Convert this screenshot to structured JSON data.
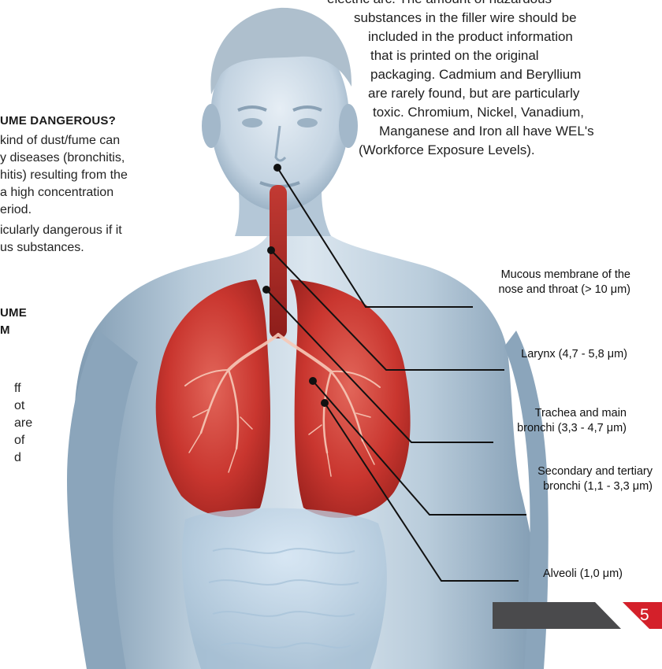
{
  "left_column": {
    "heading1": "UME DANGEROUS?",
    "paragraph1": [
      "kind of dust/fume can",
      "y diseases (bronchitis,",
      "hitis) resulting from the",
      "a high concentration",
      "eriod."
    ],
    "paragraph2": [
      "icularly dangerous if it",
      "us substances."
    ],
    "heading2": [
      "UME",
      "M"
    ],
    "paragraph3": [
      "ff",
      "ot",
      "are",
      "of",
      "d"
    ]
  },
  "intro_text": [
    "electric arc. The amount of hazardous",
    "substances in the filler wire should be",
    "included in the product information",
    "that is printed on the original",
    "packaging. Cadmium and Beryllium",
    "are rarely found, but are particularly",
    "toxic. Chromium, Nickel, Vanadium,",
    "Manganese and Iron all have WEL's",
    "(Workforce Exposure Levels)."
  ],
  "labels": {
    "mucous": [
      "Mucous membrane of the",
      "nose and throat (> 10 μm)"
    ],
    "larynx": [
      "Larynx (4,7 - 5,8 μm)"
    ],
    "trachea": [
      "Trachea and main",
      "bronchi (3,3 - 4,7 μm)"
    ],
    "secondary": [
      "Secondary and tertiary",
      "bronchi (1,1 - 3,3 μm)"
    ],
    "alveoli": [
      "Alveoli (1,0 μm)"
    ]
  },
  "page_number": "5",
  "colors": {
    "accent_red": "#d4202a",
    "dark_gray": "#4a4a4c",
    "body_blue": "#b8cddd",
    "lung_red": "#c9362f"
  },
  "icons": {
    "figure": "human-torso-respiratory-illustration"
  }
}
